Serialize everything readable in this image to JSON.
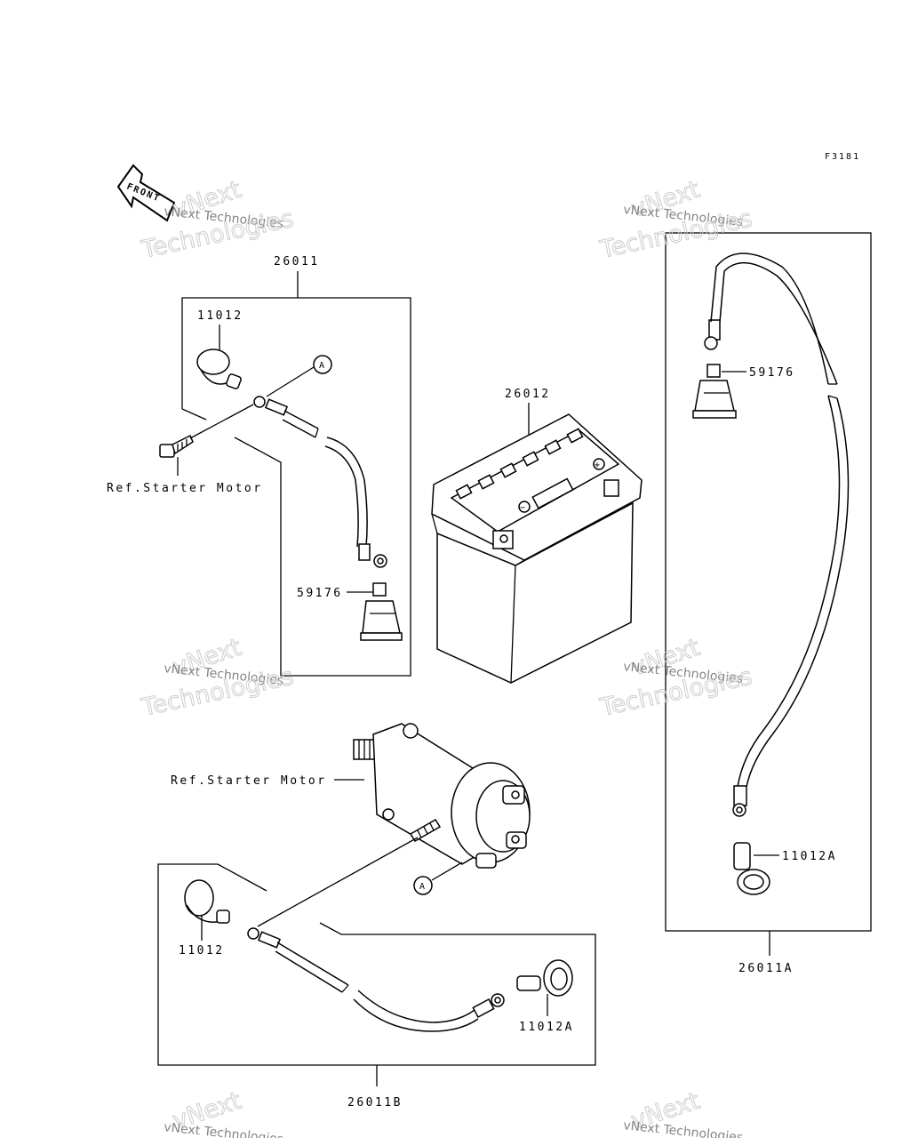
{
  "figure_code": "F3181",
  "front_label": "FRONT",
  "watermark": {
    "brand": "vNext",
    "line1": "vNext Technologies",
    "line2": "Technologies"
  },
  "assembly_labels": {
    "top_left": "26011",
    "right": "26011A",
    "bottom": "26011B",
    "battery": "26012"
  },
  "part_labels": {
    "cap_top_left": "11012",
    "boot_top_left": "59176",
    "boot_right": "59176",
    "cap_right": "11012A",
    "cap_bottom_left": "11012",
    "cap_bottom_right": "11012A"
  },
  "reference_labels": {
    "starter_1": "Ref.Starter Motor",
    "starter_2": "Ref.Starter Motor"
  },
  "callouts": {
    "a_top": "A",
    "a_bottom": "A"
  },
  "battery_symbols": {
    "plus": "+",
    "minus": "−"
  }
}
